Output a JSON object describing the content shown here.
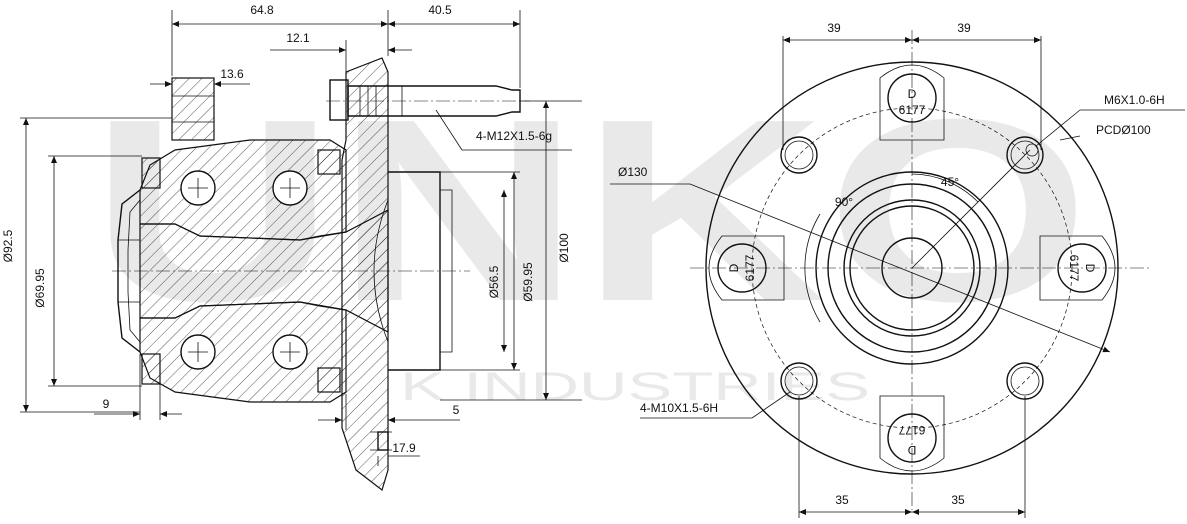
{
  "watermark": {
    "brand": "UNKO",
    "subtitle": "K INDUSTRIES"
  },
  "side_view": {
    "dims": {
      "len_total": "64.8",
      "len_stud": "40.5",
      "len_flange": "12.1",
      "len_ring": "13.6",
      "len_9": "9",
      "len_5": "5",
      "len_179": "17.9",
      "dia_925": "Ø92.5",
      "dia_6995": "Ø69.95",
      "dia_565": "Ø56.5",
      "dia_5995": "Ø59.95",
      "dia_100": "Ø100"
    },
    "stud_callout": "4-M12X1.5-6g"
  },
  "front_view": {
    "dims": {
      "top_left": "39",
      "top_right": "39",
      "bottom_left": "35",
      "bottom_right": "35",
      "dia_130": "Ø130",
      "angle_90": "90°",
      "angle_45": "45°"
    },
    "callouts": {
      "m6": "M6X1.0-6H",
      "pcd": "PCDØ100",
      "m10": "4-M10X1.5-6H"
    },
    "lobe_marks": {
      "letter": "D",
      "code": "6177"
    }
  }
}
